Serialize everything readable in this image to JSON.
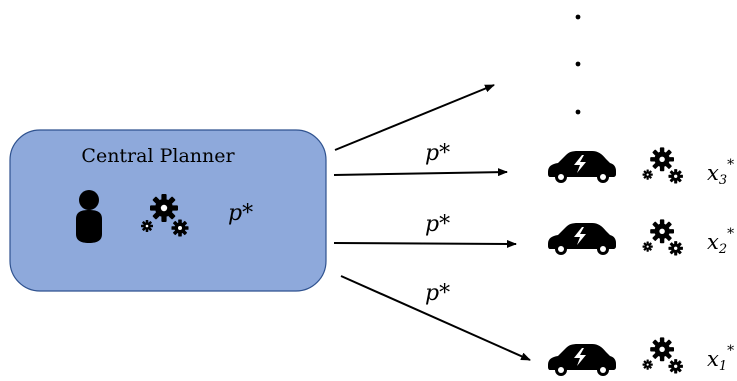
{
  "planner": {
    "title": "Central Planner",
    "price_label": "p*",
    "box_color": "#8EA9DB",
    "box_border": "#2F528F",
    "person_icon": "person-icon",
    "gears_icon": "gears-icon"
  },
  "arrows": {
    "price_label": "p*",
    "count": 4
  },
  "ellipsis": {
    "dots": "⋮"
  },
  "agents": [
    {
      "car_icon": "electric-car-icon",
      "gears_icon": "gears-icon",
      "label": "x",
      "sub": "3",
      "sup": "*"
    },
    {
      "car_icon": "electric-car-icon",
      "gears_icon": "gears-icon",
      "label": "x",
      "sub": "2",
      "sup": "*"
    },
    {
      "car_icon": "electric-car-icon",
      "gears_icon": "gears-icon",
      "label": "x",
      "sub": "1",
      "sup": "*"
    }
  ],
  "colors": {
    "ink": "#000000",
    "arrow": "#000000"
  }
}
